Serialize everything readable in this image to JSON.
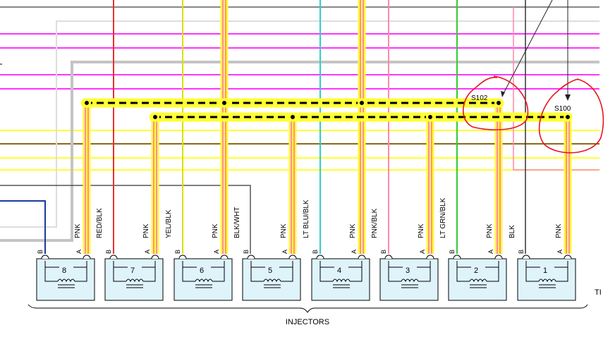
{
  "diagram": {
    "group_label": "INJECTORS",
    "right_edge_text": "TI",
    "splices": [
      {
        "id": "s102",
        "label": "S102"
      },
      {
        "id": "s100",
        "label": "S100"
      }
    ],
    "injectors": [
      {
        "number": "8",
        "pin_b": "B",
        "pin_a": "A",
        "b_wire": "",
        "a_wire": "PNK"
      },
      {
        "number": "7",
        "pin_b": "B",
        "pin_a": "A",
        "b_wire": "RED/BLK",
        "a_wire": "PNK"
      },
      {
        "number": "6",
        "pin_b": "B",
        "pin_a": "A",
        "b_wire": "YEL/BLK",
        "a_wire": "PNK"
      },
      {
        "number": "5",
        "pin_b": "B",
        "pin_a": "A",
        "b_wire": "BLK/WHT",
        "a_wire": "PNK"
      },
      {
        "number": "4",
        "pin_b": "B",
        "pin_a": "A",
        "b_wire": "LT BLU/BLK",
        "a_wire": "PNK"
      },
      {
        "number": "3",
        "pin_b": "B",
        "pin_a": "A",
        "b_wire": "PNK/BLK",
        "a_wire": "PNK"
      },
      {
        "number": "2",
        "pin_b": "B",
        "pin_a": "A",
        "b_wire": "LT GRN/BLK",
        "a_wire": "PNK"
      },
      {
        "number": "1",
        "pin_b": "B",
        "pin_a": "A",
        "b_wire": "BLK",
        "a_wire": "PNK"
      }
    ],
    "colors": {
      "pnk_highlight": "#ffff33",
      "pnk_core": "#ff66cc",
      "magenta": "#ff33ff",
      "yellow": "#ffff33",
      "brown": "#8b6914",
      "red": "#e53030",
      "cyan": "#33cccc",
      "green": "#33cc33",
      "gray": "#b4b4b4",
      "dark_gray": "#555555",
      "blue": "#1a3a9a",
      "annotation_red": "#e8141e",
      "injector_fill": "#dff3fb"
    }
  }
}
